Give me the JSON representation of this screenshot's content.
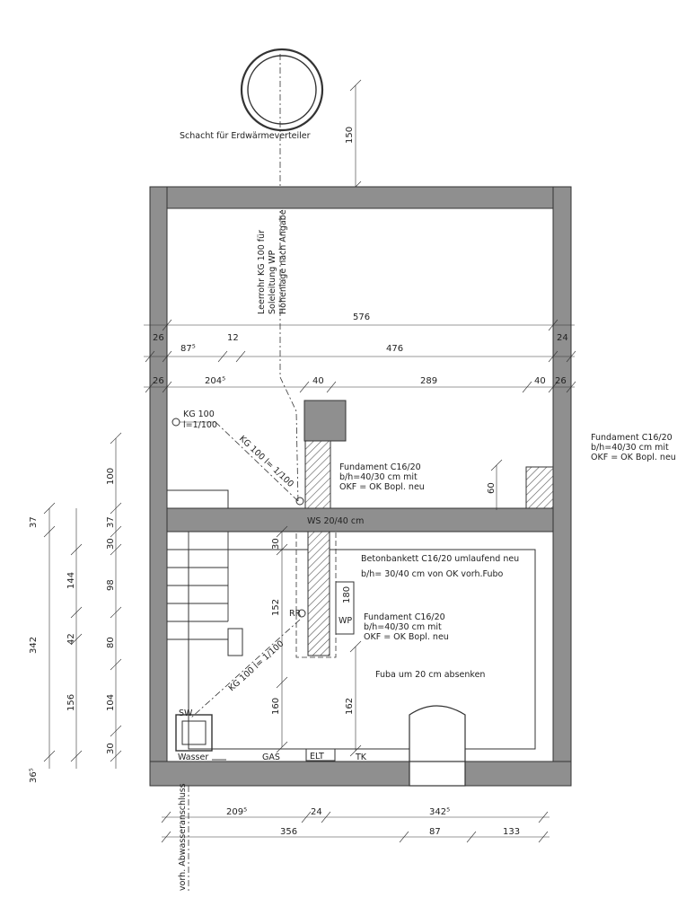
{
  "labels": {
    "shaft": "Schacht für Erdwärmeverteiler",
    "conduit_1": "Leerrohr KG 100 für",
    "conduit_2": "Soleleitung WP",
    "conduit_3": "Höhenlage nach Angabe",
    "kg100_top": "KG 100",
    "kg100_top_slope": "l=1/100",
    "kg100_diag_upper": "KG 100 l= 1/100",
    "kg100_diag_lower": "KG 100 l= 1/100",
    "fund1_1": "Fundament C16/20",
    "fund1_2": "b/h=40/30 cm mit",
    "fund1_3": "OKF = OK Bopl. neu",
    "fund2_1": "Fundament C16/20",
    "fund2_2": "b/h=40/30 cm mit",
    "fund2_3": "OKF = OK Bopl. neu",
    "fund3_1": "Fundament C16/20",
    "fund3_2": "b/h=40/30 cm mit",
    "fund3_3": "OKF = OK Bopl. neu",
    "ws": "WS 20/40 cm",
    "bank_1": "Betonbankett C16/20 umlaufend neu",
    "bank_2": "b/h= 30/40 cm von OK vorh.Fubo",
    "fuba": "Fuba um 20 cm absenken",
    "wp": "WP",
    "rr": "RR",
    "sw": "SW",
    "wasser": "Wasser",
    "gas": "GAS",
    "elt": "ELT",
    "tk": "TK",
    "abwasser": "vorh. Abwasseranschluss"
  },
  "dimensions": {
    "d150": "150",
    "d576": "576",
    "d26a": "26",
    "d87": "87⁵",
    "d12": "12",
    "d476": "476",
    "d24a": "24",
    "d26b": "26",
    "d204": "204⁵",
    "d40a": "40",
    "d289": "289",
    "d40b": "40",
    "d26c": "26",
    "d60": "60",
    "d30a": "30",
    "d152": "152",
    "d180": "180",
    "d160": "160",
    "d162": "162",
    "v100": "100",
    "v37a": "37",
    "v30": "30",
    "v98": "98",
    "v80": "80",
    "v104": "104",
    "v30b": "30",
    "v37b": "37",
    "v342": "342",
    "v144": "144",
    "v42": "42",
    "v156": "156",
    "v36": "36⁵",
    "b209": "209⁵",
    "b24": "24",
    "b342": "342⁵",
    "b356": "356",
    "b87": "87",
    "b133": "133"
  }
}
